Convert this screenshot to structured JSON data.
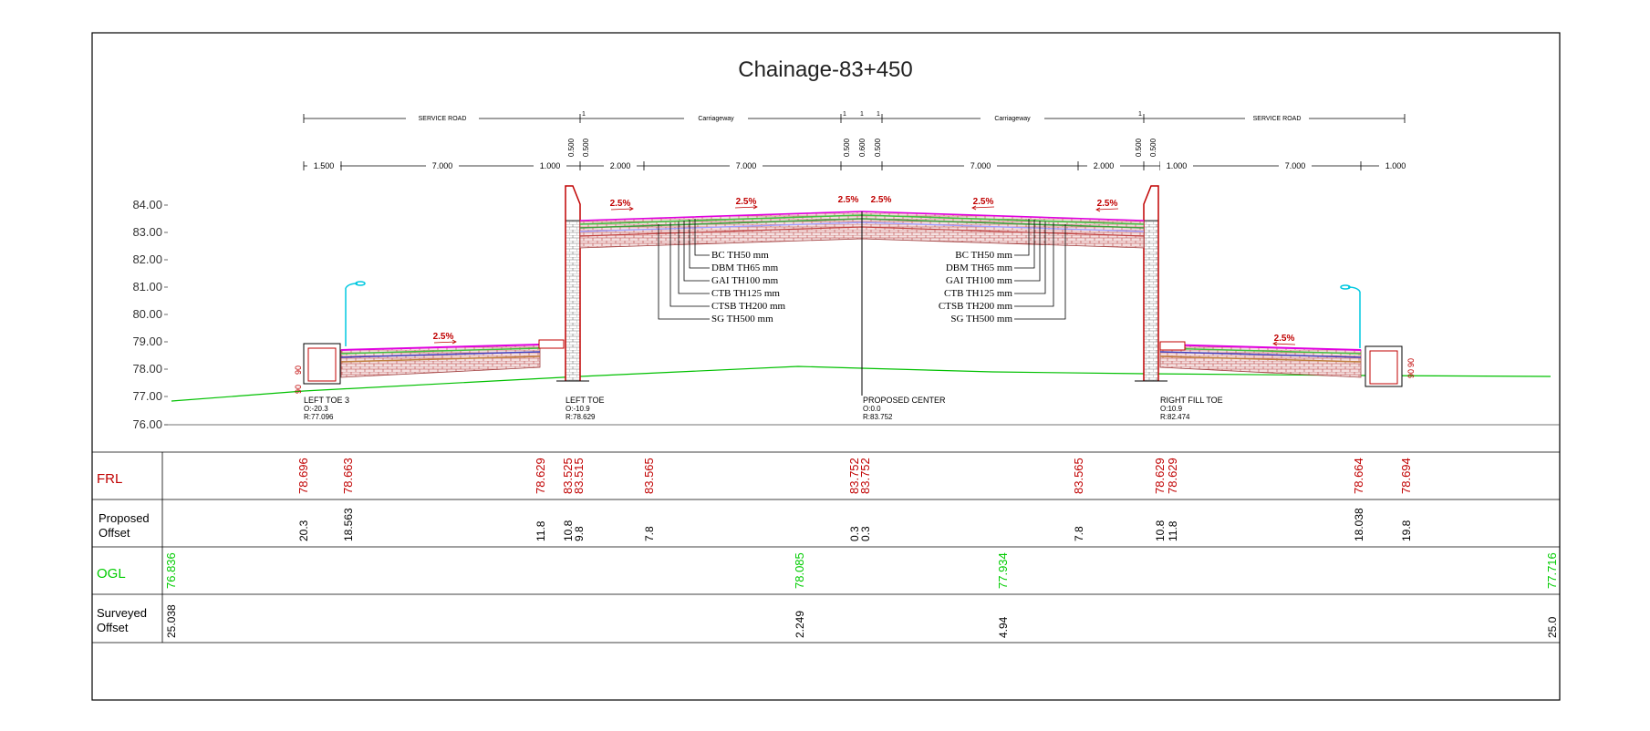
{
  "title": "Chainage-83+450",
  "top_labels": {
    "service_road_left": "SERVICE ROAD",
    "carriageway_left": "Carriageway",
    "carriageway_right": "Carriageway",
    "service_road_right": "SERVICE ROAD",
    "median_ticks": [
      "1",
      "1",
      "1",
      "1",
      "1"
    ]
  },
  "widths": [
    "1.500",
    "7.000",
    "1.000",
    "0.500",
    "0.500",
    "2.000",
    "7.000",
    "0.500",
    "0.600",
    "0.500",
    "7.000",
    "2.000",
    "0.500",
    "0.500",
    "1.000",
    "7.000",
    "1.000"
  ],
  "levels": [
    "84.00",
    "83.00",
    "82.00",
    "81.00",
    "80.00",
    "79.00",
    "78.00",
    "77.00",
    "76.00"
  ],
  "slopes": [
    "2.5%",
    "2.5%",
    "2.5%",
    "2.5%",
    "2.5%",
    "2.5%",
    "2.5%",
    "2.5%"
  ],
  "layers_left": [
    "BC TH50 mm",
    "DBM TH65 mm",
    "GAI TH100 mm",
    "CTB TH125 mm",
    "CTSB TH200 mm",
    "SG TH500 mm"
  ],
  "layers_right": [
    "BC TH50 mm",
    "DBM TH65 mm",
    "GAI TH100 mm",
    "CTB TH125 mm",
    "CTSB TH200 mm",
    "SG TH500 mm"
  ],
  "drain_marks": {
    "left": [
      "90",
      "90"
    ],
    "right": [
      "90",
      "90"
    ]
  },
  "points": {
    "left_toe_3": {
      "name": "LEFT TOE 3",
      "o": "O:-20.3",
      "r": "R:77.096"
    },
    "left_toe": {
      "name": "LEFT TOE",
      "o": "O:-10.9",
      "r": "R:78.629"
    },
    "proposed_center": {
      "name": "PROPOSED CENTER",
      "o": "O:0.0",
      "r": "R:83.752"
    },
    "right_fill_toe": {
      "name": "RIGHT FILL TOE",
      "o": "O:10.9",
      "r": "R:82.474"
    }
  },
  "table": {
    "row_labels": {
      "frl": "FRL",
      "proposed_offset_1": "Proposed",
      "proposed_offset_2": "Offset",
      "ogl": "OGL",
      "surveyed_offset_1": "Surveyed",
      "surveyed_offset_2": "Offset"
    },
    "frl": [
      "78.696",
      "78.663",
      "78.629",
      "83.525",
      "83.515",
      "83.565",
      "83.752",
      "83.752",
      "83.565",
      "78.629",
      "78.629",
      "78.664",
      "78.694"
    ],
    "proposed_offset": [
      "20.3",
      "18.563",
      "11.8",
      "10.8",
      "9.8",
      "7.8",
      "0.3",
      "0.3",
      "7.8",
      "10.8",
      "11.8",
      "18.038",
      "19.8"
    ],
    "ogl": [
      "76.836",
      "78.085",
      "77.934",
      "77.716"
    ],
    "surveyed_offset": [
      "25.038",
      "2.249",
      "4.94",
      "25.0"
    ]
  },
  "colors": {
    "frl": "#c00000",
    "ogl": "#00cc00",
    "lamp": "#00c8e0",
    "wall": "#c00000",
    "slope": "#c00000"
  }
}
